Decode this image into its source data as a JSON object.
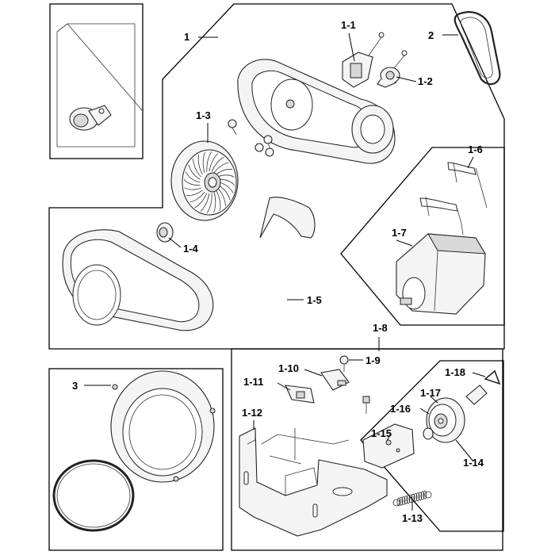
{
  "labels": {
    "assembly_1": "1",
    "part_1_1": "1-1",
    "part_1_2": "1-2",
    "part_1_3": "1-3",
    "part_1_4": "1-4",
    "part_1_5": "1-5",
    "part_1_6": "1-6",
    "part_1_7": "1-7",
    "assembly_1_8": "1-8",
    "part_1_9": "1-9",
    "part_1_10": "1-10",
    "part_1_11": "1-11",
    "part_1_12": "1-12",
    "part_1_13": "1-13",
    "part_1_14": "1-14",
    "part_1_15": "1-15",
    "part_1_16": "1-16",
    "part_1_17": "1-17",
    "part_1_18": "1-18",
    "part_2": "2",
    "part_3": "3"
  }
}
